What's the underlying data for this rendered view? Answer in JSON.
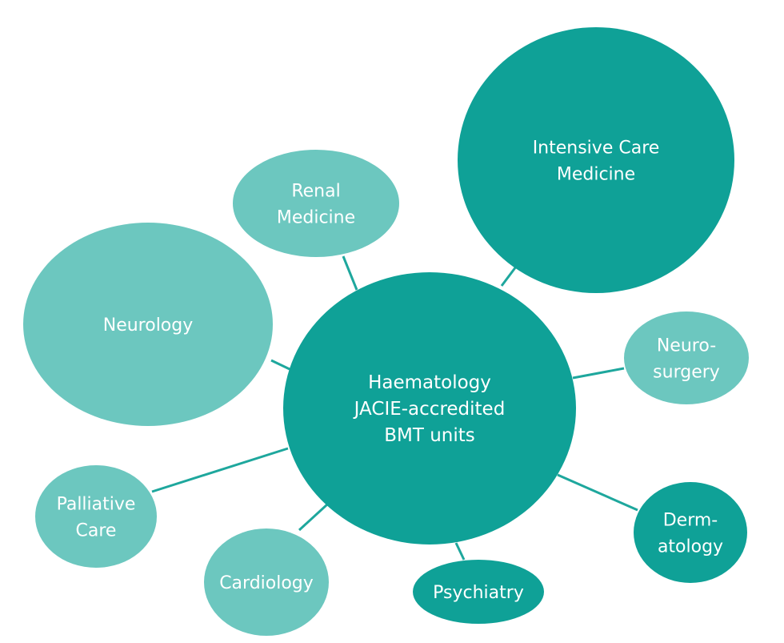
{
  "colors": {
    "dark": "#0fa197",
    "light": "#6cc7bf",
    "line": "#1ea79d"
  },
  "center": {
    "lines": [
      "Haematology",
      "JACIE-accredited",
      "BMT units"
    ]
  },
  "nodes": [
    {
      "id": "intensive-care",
      "lines": [
        "Intensive Care",
        "Medicine"
      ],
      "tone": "dark"
    },
    {
      "id": "renal",
      "lines": [
        "Renal",
        "Medicine"
      ],
      "tone": "light"
    },
    {
      "id": "neurology",
      "lines": [
        "Neurology"
      ],
      "tone": "light"
    },
    {
      "id": "neurosurgery",
      "lines": [
        "Neuro-",
        "surgery"
      ],
      "tone": "light"
    },
    {
      "id": "palliative",
      "lines": [
        "Palliative",
        "Care"
      ],
      "tone": "light"
    },
    {
      "id": "cardiology",
      "lines": [
        "Cardiology"
      ],
      "tone": "light"
    },
    {
      "id": "psychiatry",
      "lines": [
        "Psychiatry"
      ],
      "tone": "dark"
    },
    {
      "id": "dermatology",
      "lines": [
        "Derm-",
        "atology"
      ],
      "tone": "dark"
    }
  ]
}
